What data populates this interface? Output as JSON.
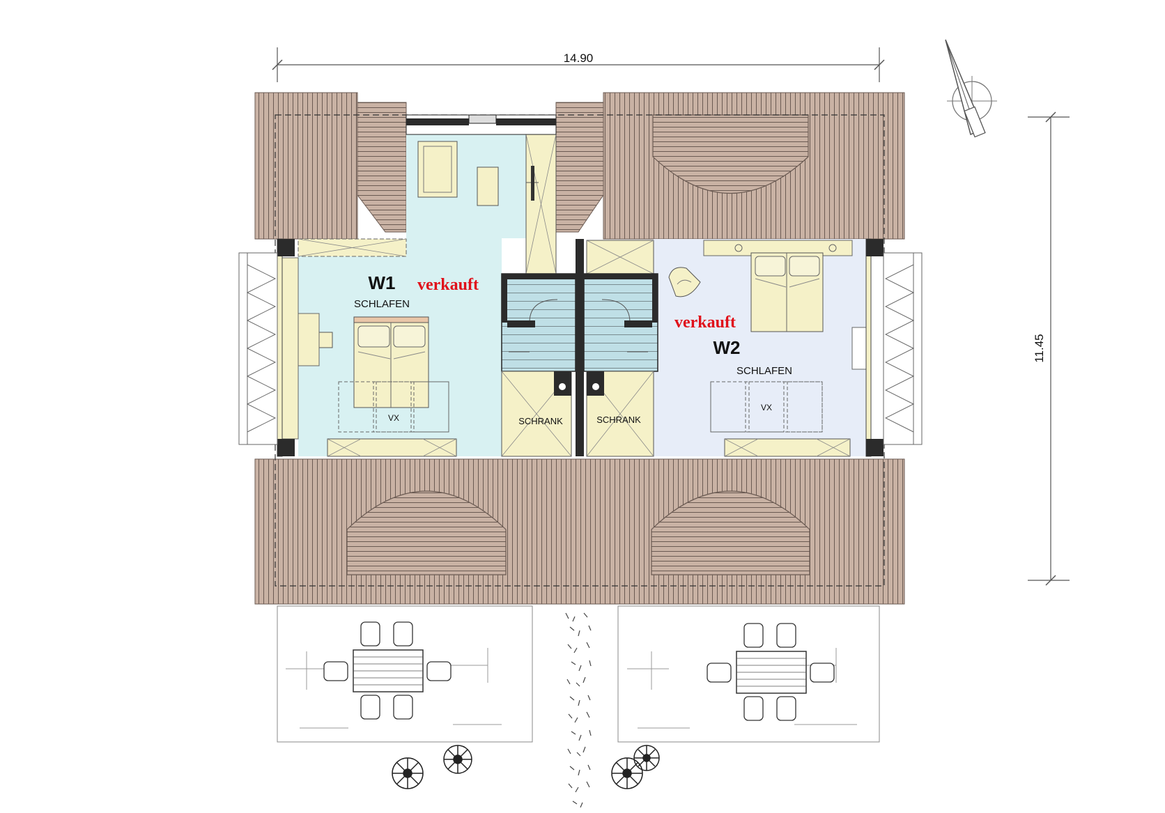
{
  "plan": {
    "dimension_width": "14.90",
    "dimension_depth": "11.45",
    "sold_color": "#e0101a",
    "units": [
      {
        "code": "W1",
        "room": "SCHLAFEN",
        "status": "verkauft",
        "fill": "#d8f1f2",
        "closet_label": "SCHRANK",
        "furniture_label": "VX"
      },
      {
        "code": "W2",
        "room": "SCHLAFEN",
        "status": "verkauft",
        "fill": "#e7edf8",
        "closet_label": "SCHRANK",
        "furniture_label": "VX"
      }
    ],
    "colors": {
      "roof": "#c9b2a4",
      "roof_line": "#6a5a52",
      "wall": "#2b2b2b",
      "furniture": "#f5f1c8",
      "stair": "#bfdfe6"
    },
    "compass_icon": "north-arrow-icon",
    "tree_icon": "tree-symbol-icon"
  }
}
